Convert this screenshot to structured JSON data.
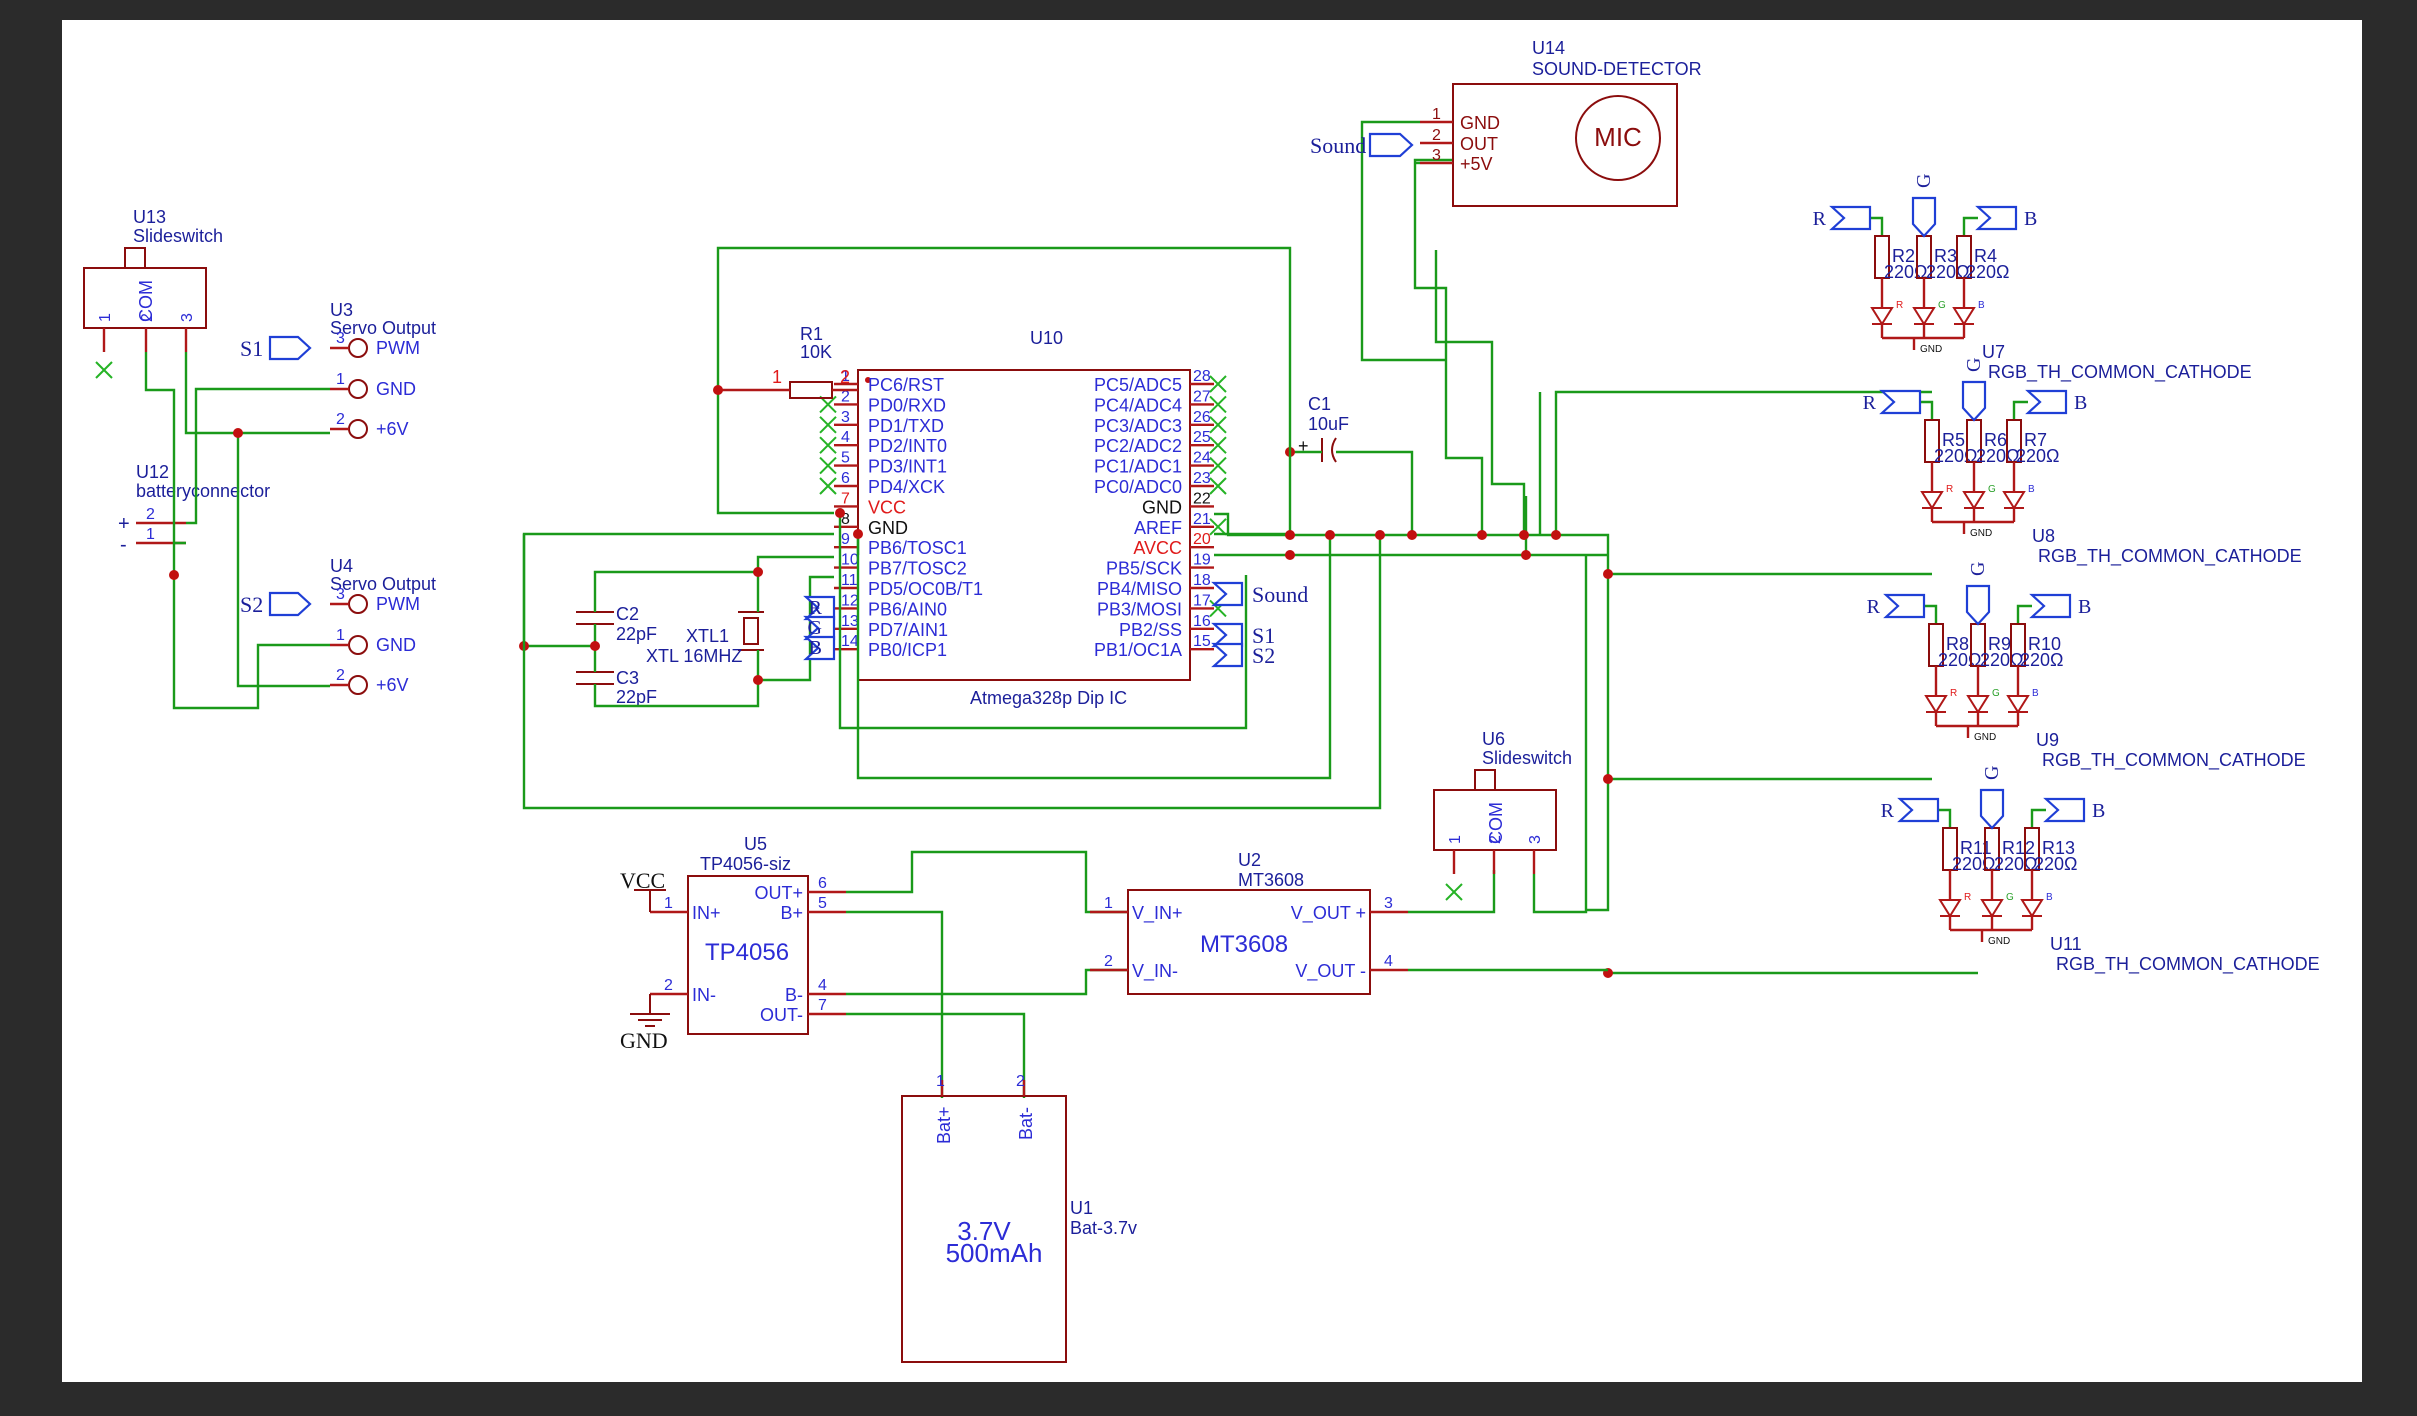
{
  "components": {
    "u13": {
      "ref": "U13",
      "value": "Slideswitch",
      "com": "COM",
      "pins": [
        "1",
        "2",
        "3"
      ]
    },
    "u12": {
      "ref": "U12",
      "value": "batteryconnector",
      "plus": "+",
      "minus": "-",
      "pins": [
        "2",
        "1"
      ]
    },
    "u3": {
      "ref": "U3",
      "value": "Servo Output",
      "pins": [
        {
          "num": "3",
          "label": "PWM"
        },
        {
          "num": "1",
          "label": "GND"
        },
        {
          "num": "2",
          "label": "+6V"
        }
      ]
    },
    "u4": {
      "ref": "U4",
      "value": "Servo Output",
      "pins": [
        {
          "num": "3",
          "label": "PWM"
        },
        {
          "num": "1",
          "label": "GND"
        },
        {
          "num": "2",
          "label": "+6V"
        }
      ]
    },
    "r1": {
      "ref": "R1",
      "value": "10K",
      "pin1": "1",
      "pin2": "2"
    },
    "u10": {
      "ref": "U10",
      "value": "Atmega328p Dip IC",
      "left_pins": [
        {
          "num": "1",
          "label": "PC6/RST"
        },
        {
          "num": "2",
          "label": "PD0/RXD"
        },
        {
          "num": "3",
          "label": "PD1/TXD"
        },
        {
          "num": "4",
          "label": "PD2/INT0"
        },
        {
          "num": "5",
          "label": "PD3/INT1"
        },
        {
          "num": "6",
          "label": "PD4/XCK"
        },
        {
          "num": "7",
          "label": "VCC"
        },
        {
          "num": "8",
          "label": "GND"
        },
        {
          "num": "9",
          "label": "PB6/TOSC1"
        },
        {
          "num": "10",
          "label": "PB7/TOSC2"
        },
        {
          "num": "11",
          "label": "PD5/OC0B/T1"
        },
        {
          "num": "12",
          "label": "PB6/AIN0"
        },
        {
          "num": "13",
          "label": "PD7/AIN1"
        },
        {
          "num": "14",
          "label": "PB0/ICP1"
        }
      ],
      "right_pins": [
        {
          "num": "28",
          "label": "PC5/ADC5"
        },
        {
          "num": "27",
          "label": "PC4/ADC4"
        },
        {
          "num": "26",
          "label": "PC3/ADC3"
        },
        {
          "num": "25",
          "label": "PC2/ADC2"
        },
        {
          "num": "24",
          "label": "PC1/ADC1"
        },
        {
          "num": "23",
          "label": "PC0/ADC0"
        },
        {
          "num": "22",
          "label": "GND"
        },
        {
          "num": "21",
          "label": "AREF"
        },
        {
          "num": "20",
          "label": "AVCC"
        },
        {
          "num": "19",
          "label": "PB5/SCK"
        },
        {
          "num": "18",
          "label": "PB4/MISO"
        },
        {
          "num": "17",
          "label": "PB3/MOSI"
        },
        {
          "num": "16",
          "label": "PB2/SS"
        },
        {
          "num": "15",
          "label": "PB1/OC1A"
        }
      ]
    },
    "c1": {
      "ref": "C1",
      "value": "10uF",
      "plus": "+"
    },
    "c2": {
      "ref": "C2",
      "value": "22pF"
    },
    "c3": {
      "ref": "C3",
      "value": "22pF"
    },
    "xtl1": {
      "ref": "XTL1",
      "value": "XTL 16MHZ"
    },
    "u14": {
      "ref": "U14",
      "value": "SOUND-DETECTOR",
      "mic": "MIC",
      "pins": [
        {
          "num": "1",
          "label": "GND"
        },
        {
          "num": "2",
          "label": "OUT"
        },
        {
          "num": "3",
          "label": "+5V"
        }
      ]
    },
    "u5": {
      "ref": "U5",
      "value": "TP4056-siz",
      "name": "TP4056",
      "pins": [
        {
          "num": "1",
          "label": "IN+"
        },
        {
          "num": "2",
          "label": "IN-"
        },
        {
          "num": "6",
          "label": "OUT+"
        },
        {
          "num": "5",
          "label": "B+"
        },
        {
          "num": "4",
          "label": "B-"
        },
        {
          "num": "7",
          "label": "OUT-"
        }
      ]
    },
    "u2": {
      "ref": "U2",
      "value": "MT3608",
      "name": "MT3608",
      "pins": [
        {
          "num": "1",
          "label": "V_IN+"
        },
        {
          "num": "2",
          "label": "V_IN-"
        },
        {
          "num": "3",
          "label": "V_OUT +"
        },
        {
          "num": "4",
          "label": "V_OUT -"
        }
      ]
    },
    "u6": {
      "ref": "U6",
      "value": "Slideswitch",
      "com": "COM",
      "pins": [
        "1",
        "2",
        "3"
      ]
    },
    "u1": {
      "ref": "U1",
      "value": "Bat-3.7v",
      "line1": "3.7V",
      "line2": "500mAh",
      "pins": [
        {
          "num": "1",
          "label": "Bat+"
        },
        {
          "num": "2",
          "label": "Bat-"
        }
      ]
    },
    "rgb": [
      {
        "ref": "U7",
        "value": "RGB_TH_COMMON_CATHODE",
        "resistors": [
          "R2",
          "R3",
          "R4"
        ],
        "rvals": [
          "220Ω",
          "220Ω",
          "220Ω"
        ]
      },
      {
        "ref": "U8",
        "value": "RGB_TH_COMMON_CATHODE",
        "resistors": [
          "R5",
          "R6",
          "R7"
        ],
        "rvals": [
          "220Ω",
          "220Ω",
          "220Ω"
        ]
      },
      {
        "ref": "U9",
        "value": "RGB_TH_COMMON_CATHODE",
        "resistors": [
          "R8",
          "R9",
          "R10"
        ],
        "rvals": [
          "220Ω",
          "220Ω",
          "220Ω"
        ]
      },
      {
        "ref": "U11",
        "value": "RGB_TH_COMMON_CATHODE",
        "resistors": [
          "R11",
          "R12",
          "R13"
        ],
        "rvals": [
          "220Ω",
          "220Ω",
          "220Ω"
        ]
      }
    ],
    "led_letters": {
      "r": "R",
      "g": "G",
      "b": "B",
      "gnd": "GND"
    }
  },
  "net_labels": {
    "sound": "Sound",
    "s1": "S1",
    "s2": "S2",
    "r": "R",
    "g": "G",
    "b": "B",
    "vcc": "VCC",
    "gnd": "GND"
  },
  "colors": {
    "wire": "#1a9a1a",
    "pin": "#b01818",
    "body": "#8b0d0d",
    "text": "#1b1f9a",
    "label": "#2c2cd6",
    "flag": "#1f3fd6",
    "power_text": "#e01a1a"
  }
}
